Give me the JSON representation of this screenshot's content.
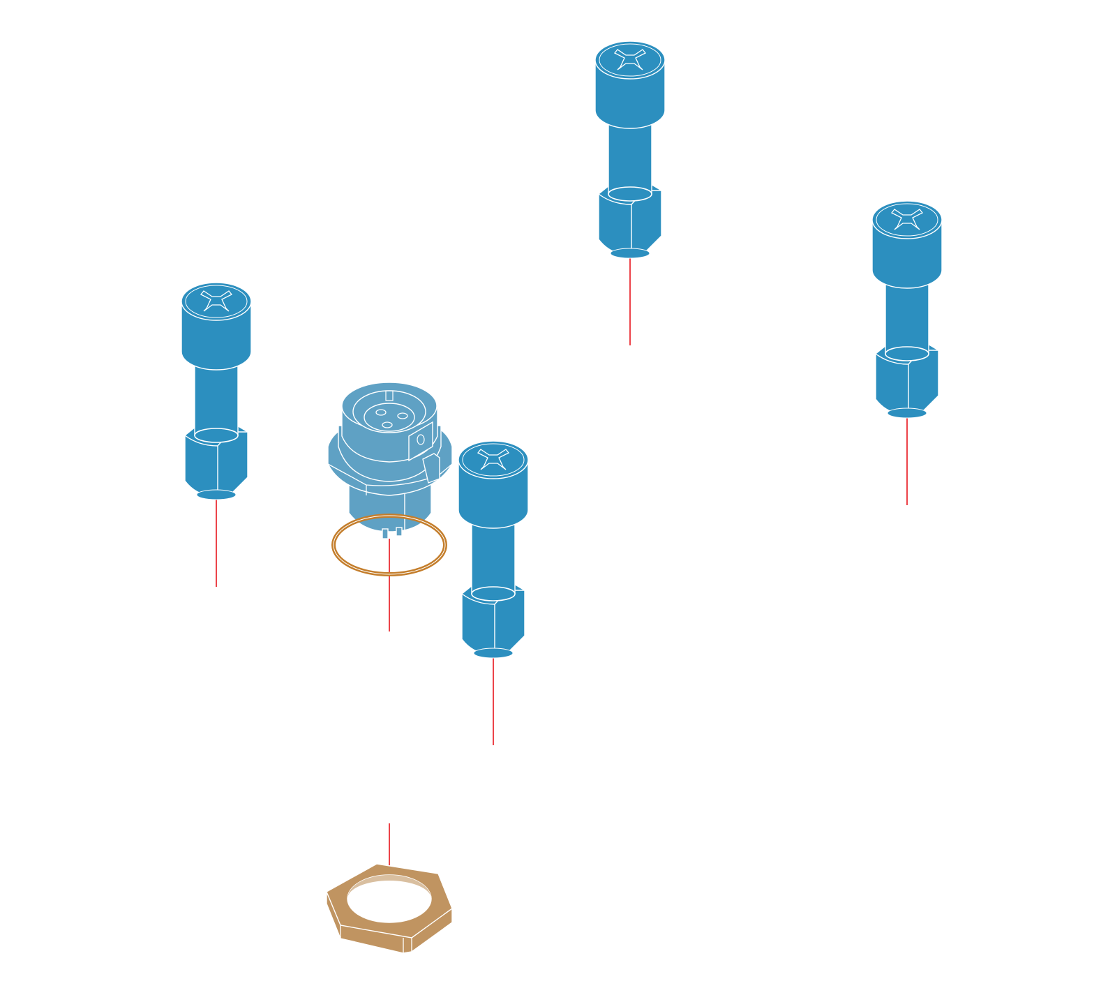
{
  "colors": {
    "screw": "#2c8fbf",
    "connector": "#5fa1c4",
    "gasket": "#c47e2c",
    "hex_nut": "#c09461",
    "axis_line": "#e8141b",
    "outline": "#ffffff"
  },
  "parts": {
    "screws": 4,
    "connector": 1,
    "gasket": 1,
    "hex_nut": 1
  }
}
